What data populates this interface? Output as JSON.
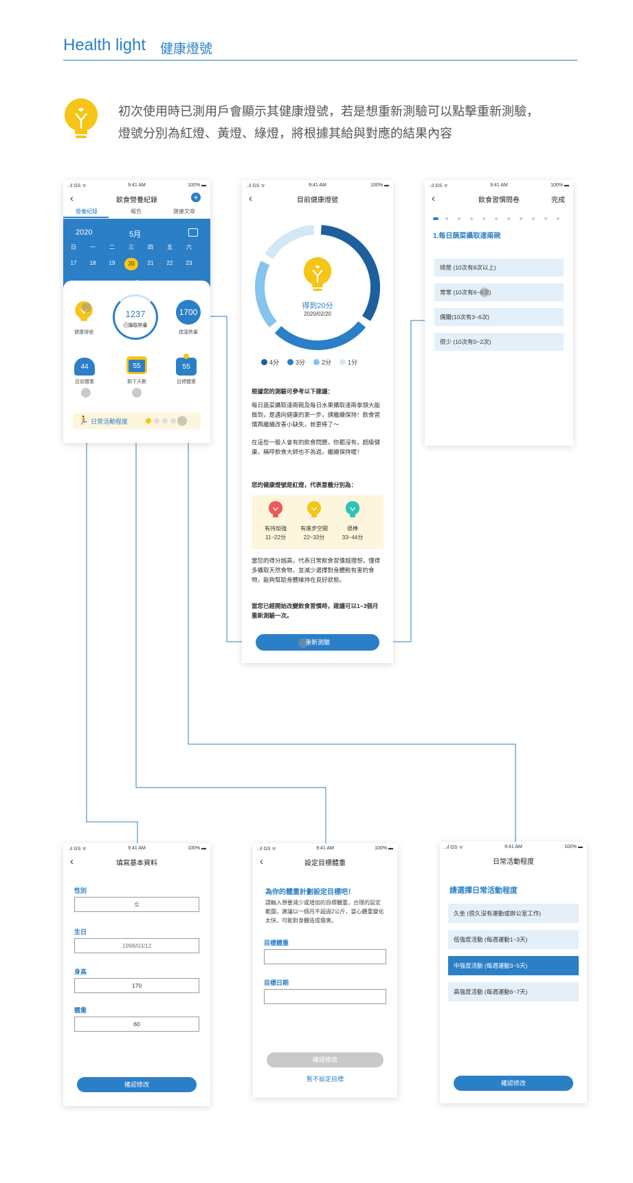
{
  "header": {
    "title_en": "Health light",
    "title_zh": "健康燈號"
  },
  "intro": {
    "line1": "初次使用時已測用戶會顯示其健康燈號，若是想重新測驗可以點擊重新測驗，",
    "line2": "燈號分別為紅燈、黃燈、綠燈，將根據其給與對應的結果內容"
  },
  "status_bar": {
    "carrier": "..ıl GS ᯤ",
    "time": "9:41 AM",
    "battery": "100% ▬"
  },
  "phone1": {
    "title": "飲食營養紀錄",
    "tabs": [
      "營養紀錄",
      "報告",
      "健康文章"
    ],
    "calendar": {
      "year": "2020",
      "month": "5月",
      "weekdays": [
        "日",
        "一",
        "二",
        "三",
        "四",
        "五",
        "六"
      ],
      "days": [
        "17",
        "18",
        "19",
        "20",
        "21",
        "22",
        "23"
      ],
      "selected_day": "20"
    },
    "health_light_label": "健康燈號",
    "calories_taken": "1237",
    "calories_taken_label": "已攝取熱量",
    "calories_suggested": "1700",
    "calories_suggested_label": "建議熱量",
    "current_weight": "44",
    "current_weight_label": "目前體重",
    "days_left": "55",
    "days_left_label": "剩下天數",
    "target_weight": "55",
    "target_weight_label": "目標體重",
    "activity_label": "日常活動程度"
  },
  "phone2": {
    "title": "目前健康燈號",
    "score": "得到20分",
    "date": "2020/02/20",
    "chart_data": {
      "type": "pie",
      "categories": [
        "4分",
        "3分",
        "2分",
        "1分"
      ],
      "values": [
        0.35,
        0.28,
        0.2,
        0.17
      ],
      "colors": [
        "#1e5f9e",
        "#2b7fc7",
        "#87c3ee",
        "#d2e8f7"
      ]
    },
    "advice_title": "根據您的測驗可參考以下建議：",
    "advice_p1": "每日蔬菜攝取達兩碗及每日水果攝取達兩拳頭大能做到，是邁向健康的第一步，請繼續保持！飲食習慣再繼續改善小缺失，就更棒了～",
    "advice_p2": "在這些一般人會有的飲食問題，你都沒有，超級健康，稱呼飲食大師也不為過，繼續保持喔！",
    "light_meaning_title": "您的健康燈號是紅燈，代表意義分別為：",
    "lights": [
      {
        "name": "有待加強",
        "range": "11~22分",
        "color": "#ee5a5a"
      },
      {
        "name": "有進步空間",
        "range": "22~33分",
        "color": "#f5c518"
      },
      {
        "name": "很棒",
        "range": "33~44分",
        "color": "#2ec4b6"
      }
    ],
    "advice_p3": "當您的得分越高，代表日常飲食習慣越理想，懂得多攝取天然食物，並減少選擇對身體較有害的食物，能夠幫助身體維持在良好狀態。",
    "advice_p4": "當您已經開始改變飲食習慣時，建議可以1~3個月重新測驗一次。",
    "retest_button": "重新測驗"
  },
  "phone3": {
    "title": "飲食習慣問卷",
    "done": "完成",
    "question": "1.每日蔬菜攝取達兩碗",
    "options": [
      "總是 (10次有8次以上)",
      "常常 (10次有6~8次)",
      "偶爾(10次有3~6次)",
      "很少 (10次有0~2次)"
    ]
  },
  "phone4": {
    "title": "填寫基本資料",
    "fields": [
      {
        "label": "性別",
        "value": "女"
      },
      {
        "label": "生日",
        "value": "1998/03/12"
      },
      {
        "label": "身高",
        "value": "170"
      },
      {
        "label": "體重",
        "value": "60"
      }
    ],
    "confirm": "確認修改"
  },
  "phone5": {
    "title": "設定目標體重",
    "heading": "為你的體重計劃設定目標吧！",
    "desc": "請輸入想要減少或增加的目標體重，合理的設定範圍，建議以一個月不超過2公斤，當心體重變化太快，可能對身體造成傷害。",
    "target_weight_label": "目標體重",
    "target_date_label": "目標日期",
    "confirm": "確認修改",
    "skip": "暫不設定目標"
  },
  "phone6": {
    "title": "日常活動程度",
    "heading": "請選擇日常活動程度",
    "options": [
      "久坐 (很久沒有運動或辦公室工作)",
      "低強度活動 (每週運動1~3天)",
      "中強度活動 (每週運動3~5天)",
      "高強度活動 (每週運動6~7天)"
    ],
    "selected_index": 2,
    "confirm": "確認修改"
  }
}
